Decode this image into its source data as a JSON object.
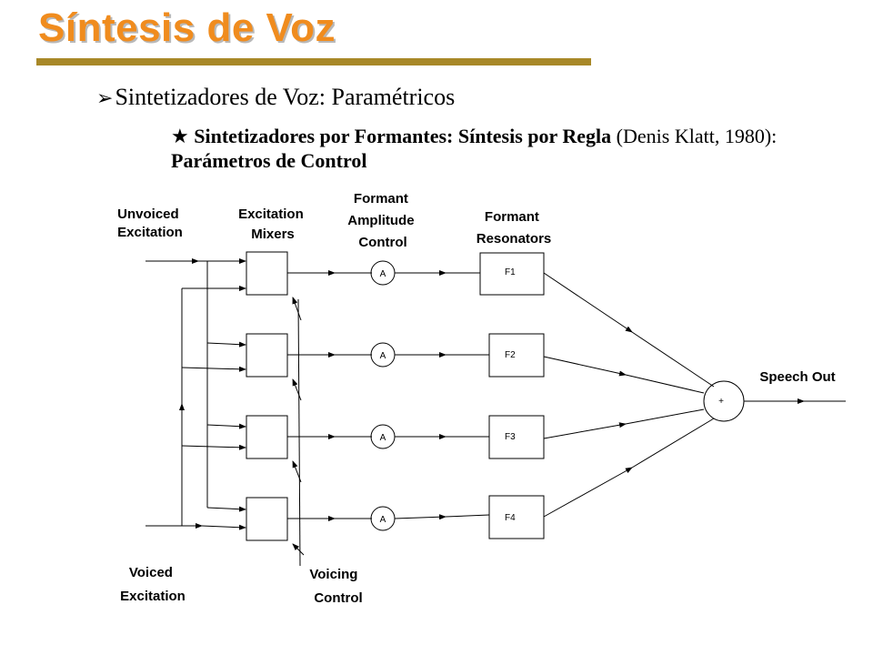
{
  "title": "Síntesis de Voz",
  "colors": {
    "title": "#f08c1e",
    "title_bar": "#a88828"
  },
  "bullet1": {
    "icon": "arrow-bullet-icon",
    "text": "Sintetizadores de Voz: Paramétricos"
  },
  "bullet2": {
    "icon": "star-bullet-icon",
    "bold_part1": "Sintetizadores por Formantes: Síntesis por Regla",
    "normal_part": " (Denis Klatt, 1980): ",
    "bold_part2": "Parámetros de Control"
  },
  "diagram": {
    "unvoiced": [
      "Unvoiced",
      "Excitation"
    ],
    "voiced": [
      "Voiced",
      "Excitation"
    ],
    "mixers": [
      "Excitation",
      "Mixers"
    ],
    "amp": [
      "Formant",
      "Amplitude",
      "Control"
    ],
    "resonators": [
      "Formant",
      "Resonators"
    ],
    "voicing": [
      "Voicing",
      "Control"
    ],
    "speech_out": "Speech Out",
    "amp_symbol": "A",
    "sum_symbol": "+",
    "formants": [
      "F1",
      "F2",
      "F3",
      "F4"
    ]
  }
}
